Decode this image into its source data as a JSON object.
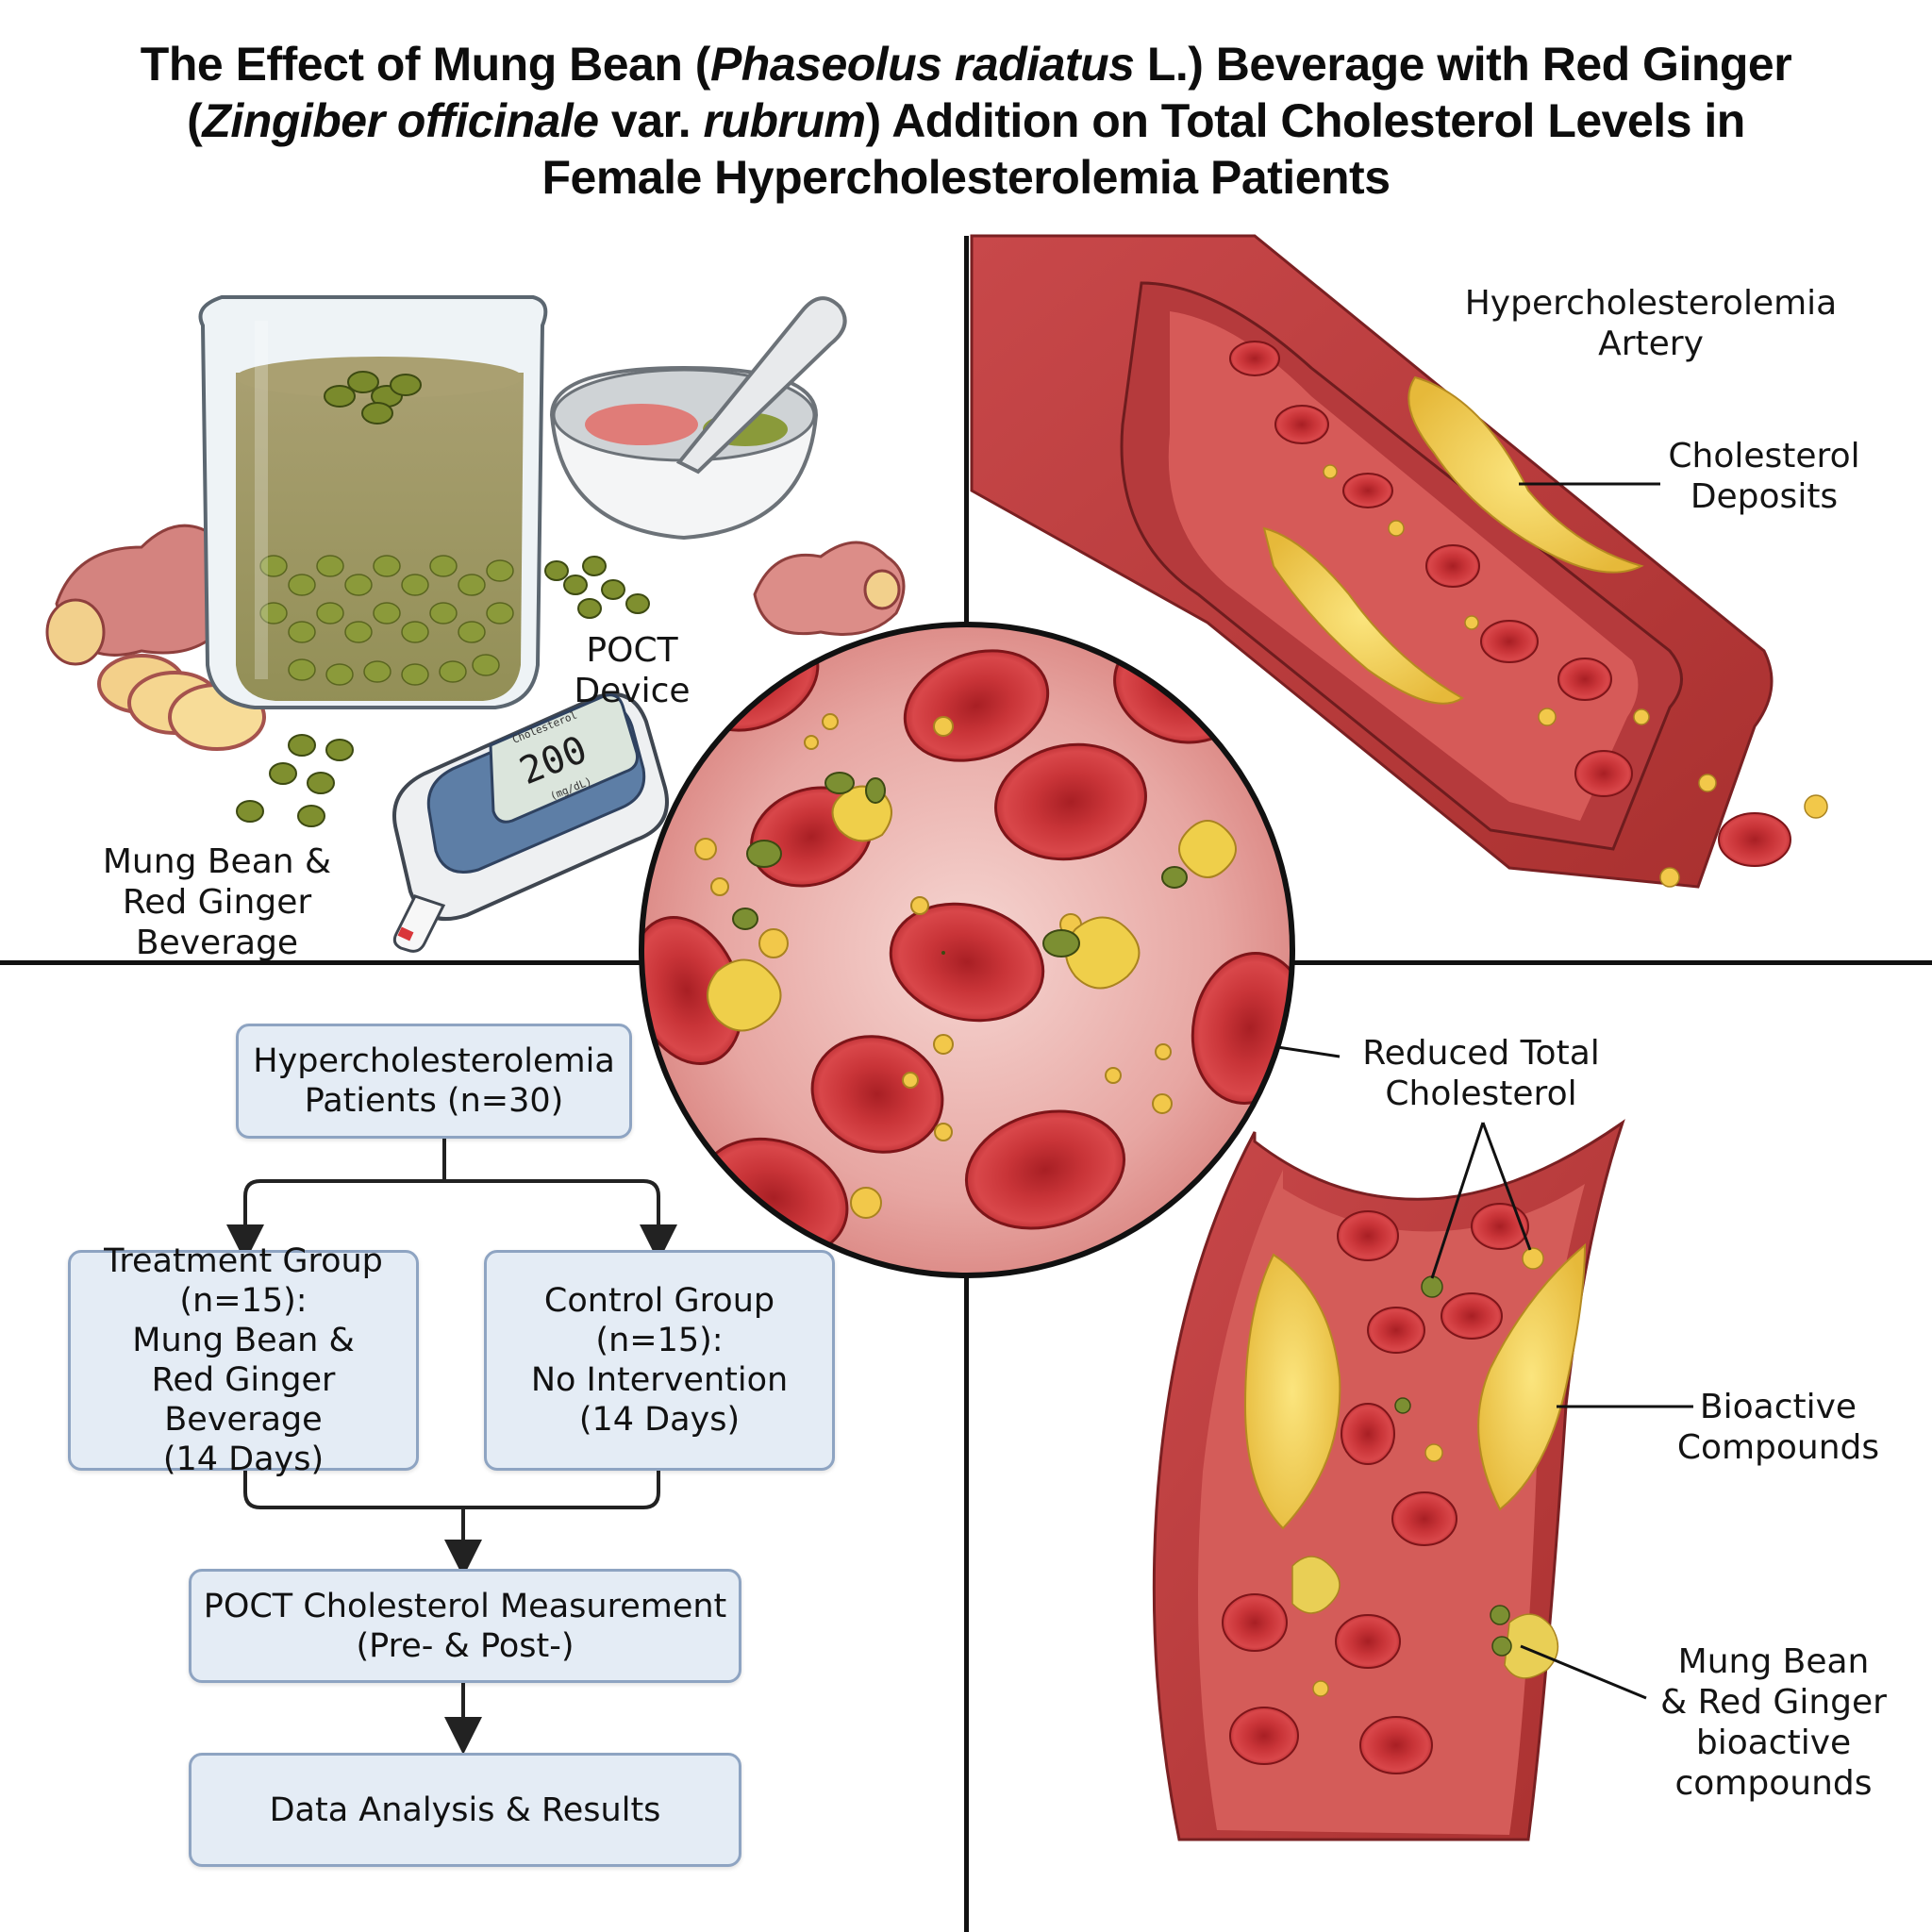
{
  "title": {
    "line1_pre": "The Effect of Mung Bean (",
    "line1_italic": "Phaseolus radiatus",
    "line1_post": " L.) Beverage with Red Ginger",
    "line2_pre": "(",
    "line2_italic1": "Zingiber officinale",
    "line2_mid": " var. ",
    "line2_italic2": "rubrum",
    "line2_post": ") Addition on Total Cholesterol Levels in",
    "line3": "Female Hypercholesterolemia Patients"
  },
  "panels": {
    "beverage": {
      "beverage_label": "Mung Bean &\nRed Ginger Beverage",
      "device_label": "POCT\nDevice",
      "device_screen": {
        "header": "Cholesterol",
        "value": "200",
        "unit": "(mg/dL)"
      }
    },
    "artery": {
      "title_label": "Hypercholesterolemia\nArtery",
      "deposits_label": "Cholesterol\nDeposits"
    },
    "magnified": {
      "reduced_label": "Reduced Total\nCholesterol"
    },
    "improved_artery": {
      "bioactive_label": "Bioactive\nCompounds",
      "compounds_label": "Mung Bean\n& Red Ginger\nbioactive\ncompounds"
    }
  },
  "flowchart": {
    "patients": "Hypercholesterolemia\nPatients (n=30)",
    "treatment": "Treatment Group\n(n=15):\nMung Bean &\nRed Ginger Beverage\n(14 Days)",
    "control": "Control Group\n(n=15):\nNo Intervention\n(14 Days)",
    "measurement": "POCT Cholesterol Measurement\n(Pre- & Post-)",
    "analysis": "Data Analysis & Results"
  },
  "colors": {
    "blood_cell": "#c62f32",
    "plasma": "#e9a8a4",
    "cholesterol": "#f1cf4e",
    "mung_bean": "#7a8c2e",
    "ginger": "#d98a86",
    "flow_box_fill": "#e4ecf5",
    "flow_box_border": "#8ea4c2"
  }
}
